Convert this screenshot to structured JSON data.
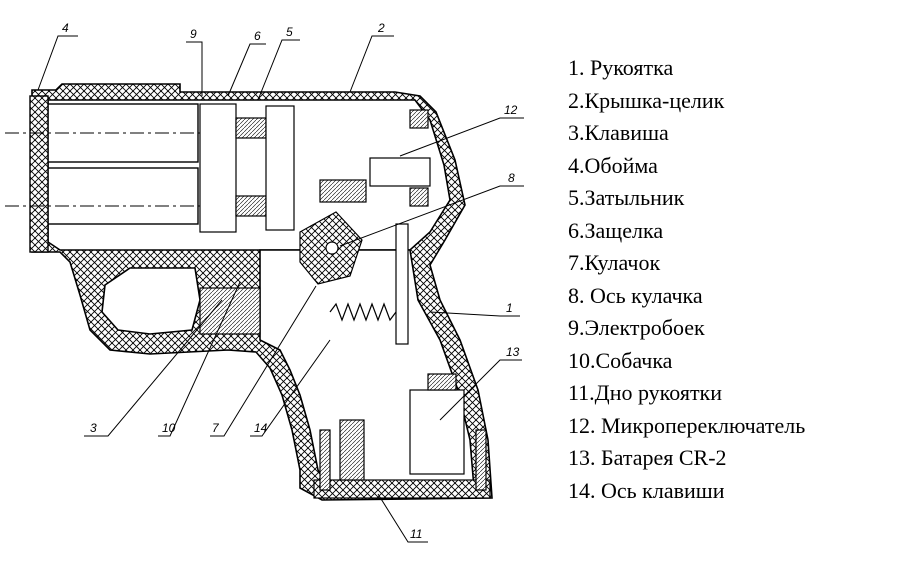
{
  "colors": {
    "ink": "#000000",
    "background": "#ffffff"
  },
  "callouts": [
    "1",
    "2",
    "3",
    "4",
    "5",
    "6",
    "7",
    "8",
    "9",
    "10",
    "11",
    "12",
    "13",
    "14"
  ],
  "legend": [
    "1. Рукоятка",
    "2.Крышка-целик",
    "3.Клавиша",
    "4.Обойма",
    "5.Затыльник",
    "6.Защелка",
    "7.Кулачок",
    "8. Ось кулачка",
    "9.Электробоек",
    "10.Собачка",
    "11.Дно рукоятки",
    "12. Микропереключатель",
    "13. Батарея CR-2",
    "14. Ось клавиши"
  ]
}
